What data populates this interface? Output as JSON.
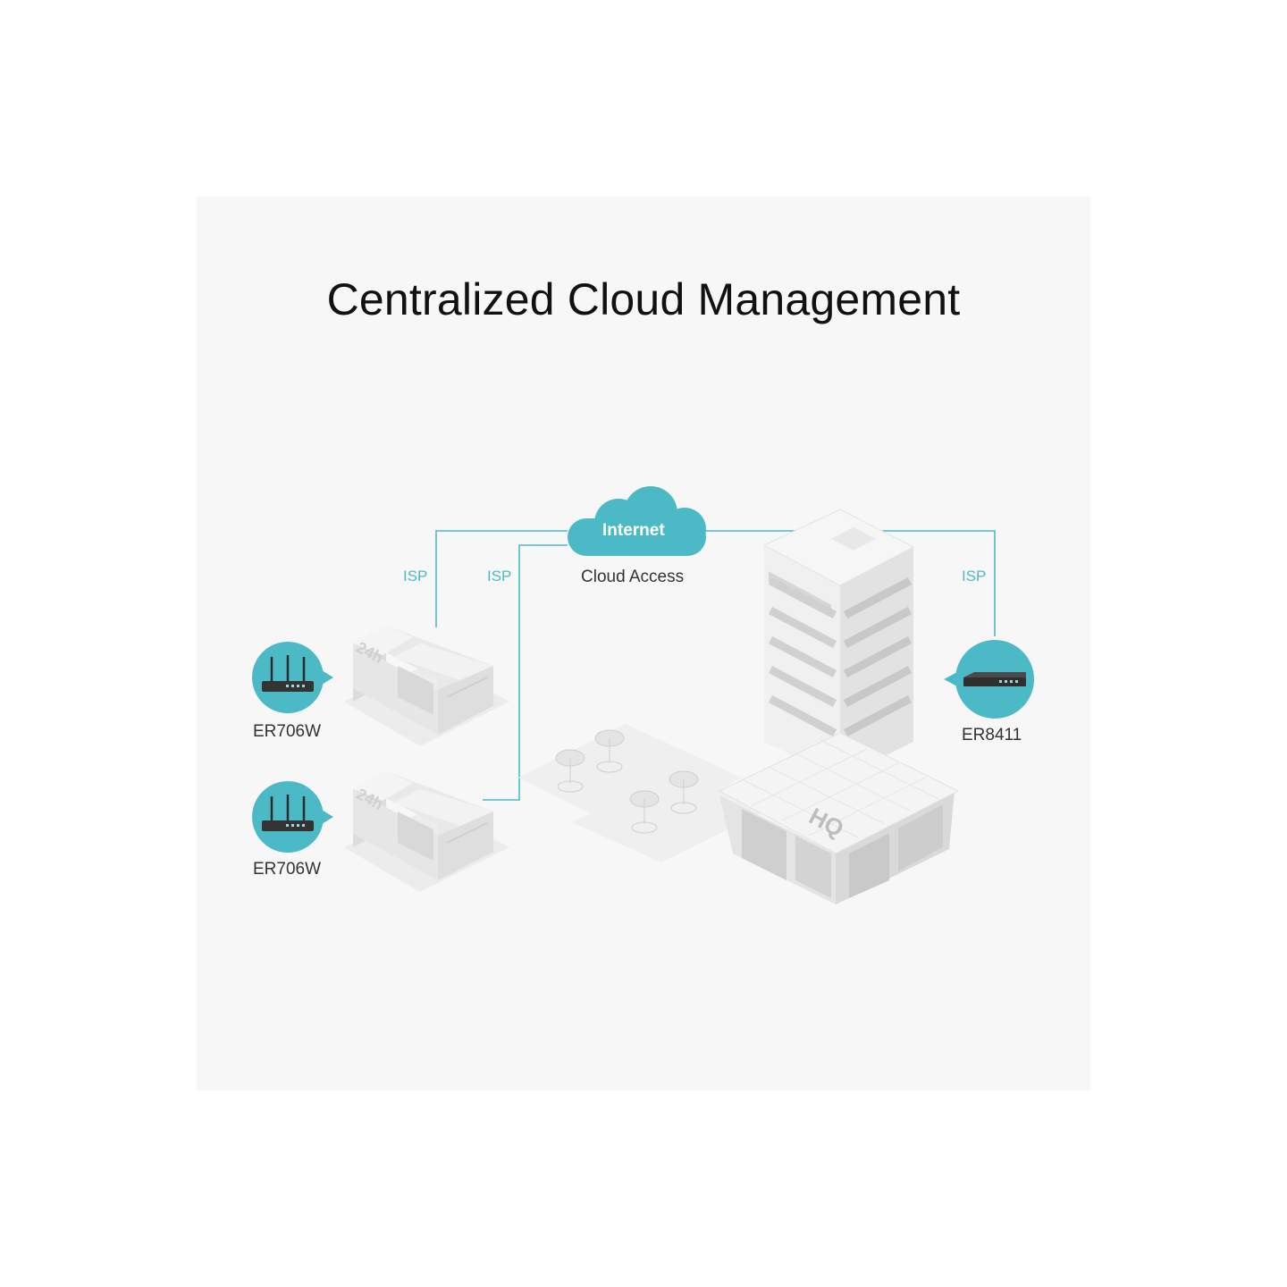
{
  "title": "Centralized Cloud Management",
  "cloud": {
    "label": "Internet",
    "caption": "Cloud Access"
  },
  "isp_labels": [
    "ISP",
    "ISP",
    "ISP"
  ],
  "branches": [
    {
      "device": "ER706W",
      "sign": "24h"
    },
    {
      "device": "ER706W",
      "sign": "24h"
    }
  ],
  "hq": {
    "device": "ER8411",
    "sign": "HQ"
  },
  "colors": {
    "accent": "#4bbac6",
    "panel": "#f7f7f7",
    "building": "#eaeaea"
  }
}
